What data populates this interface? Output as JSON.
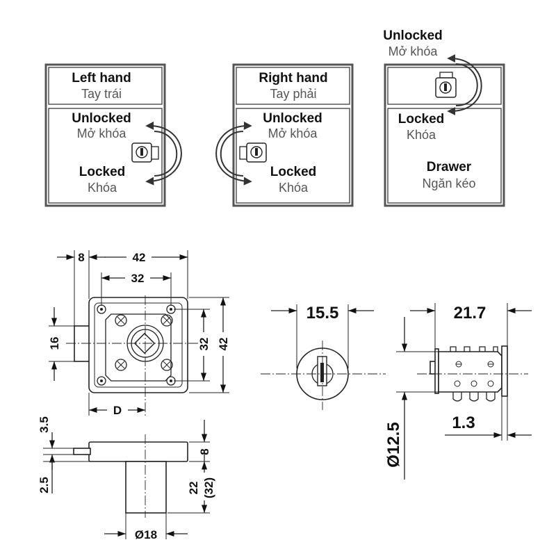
{
  "panels": {
    "left": {
      "title": "Left hand",
      "title_vi": "Tay trái",
      "unlocked": "Unlocked",
      "unlocked_vi": "Mở khóa",
      "locked": "Locked",
      "locked_vi": "Khóa"
    },
    "right": {
      "title": "Right hand",
      "title_vi": "Tay phải",
      "unlocked": "Unlocked",
      "unlocked_vi": "Mở khóa",
      "locked": "Locked",
      "locked_vi": "Khóa"
    },
    "drawer": {
      "unlocked": "Unlocked",
      "unlocked_vi": "Mở khóa",
      "locked": "Locked",
      "locked_vi": "Khóa",
      "title": "Drawer",
      "title_vi": "Ngăn kéo"
    }
  },
  "dims": {
    "front": {
      "w8": "8",
      "w42": "42",
      "w32": "32",
      "h16": "16",
      "h32": "32",
      "h42": "42",
      "d": "D"
    },
    "side": {
      "t35": "3.5",
      "t25": "2.5",
      "h8": "8",
      "h22": "22",
      "h32p": "(32)",
      "dia18": "Ø18"
    },
    "cylinder_front": {
      "w155": "15.5"
    },
    "cylinder_side": {
      "w217": "21.7",
      "dia125": "Ø12.5",
      "w13": "1.3"
    }
  }
}
